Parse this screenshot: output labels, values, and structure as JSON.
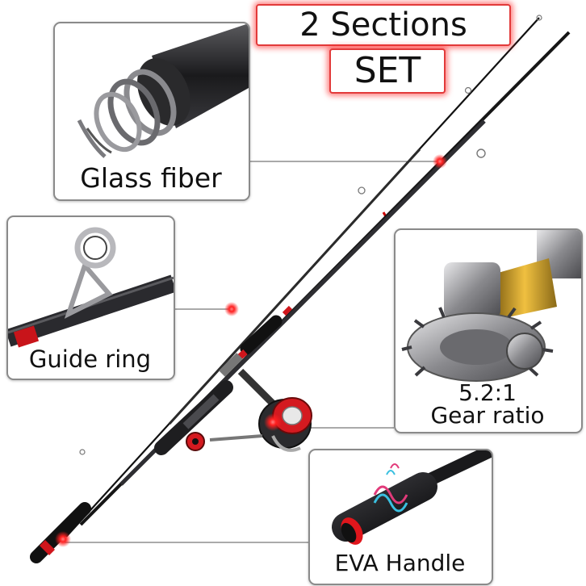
{
  "headline": {
    "line1": "2 Sections",
    "line2": "SET"
  },
  "features": {
    "glass_fiber": "Glass fiber",
    "guide_ring": "Guide ring",
    "gear_ratio_value": "5.2:1",
    "gear_ratio_label": "Gear ratio",
    "eva_handle": "EVA Handle"
  },
  "colors": {
    "accent": "#e0161c",
    "rod": "#1c1c1e",
    "highlight": "#ff2a2a"
  },
  "icons": [
    "glass-fiber-rod-icon",
    "guide-ring-icon",
    "reel-gear-icon",
    "eva-grip-icon",
    "spinning-reel-icon"
  ]
}
